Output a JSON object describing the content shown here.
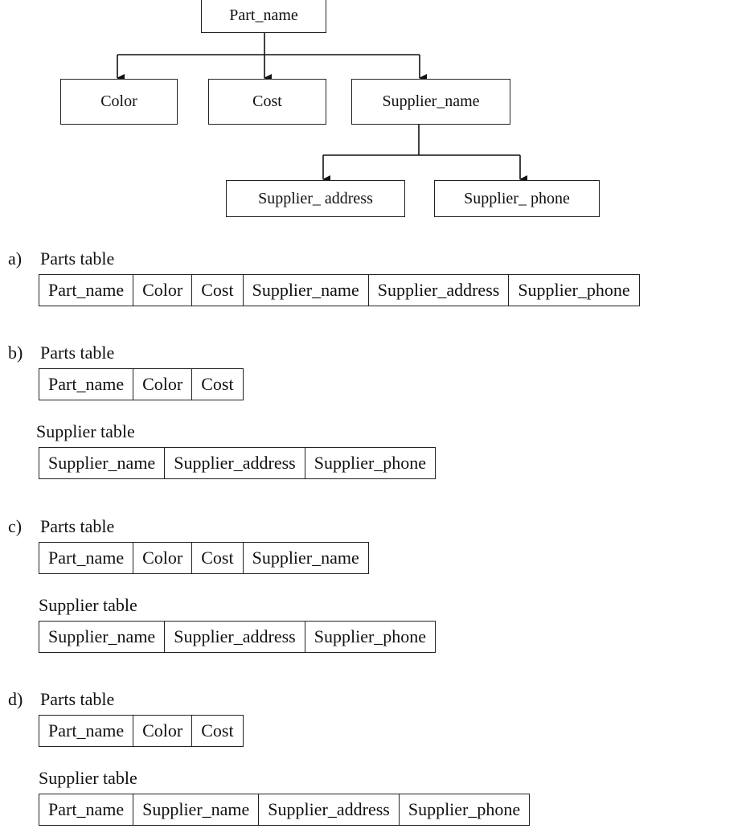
{
  "tree": {
    "root": "Part_name",
    "children": [
      "Color",
      "Cost",
      "Supplier_name"
    ],
    "grandchildren": [
      "Supplier_ address",
      "Supplier_ phone"
    ]
  },
  "options": [
    {
      "letter": "a)",
      "tables": [
        {
          "caption": "Parts table",
          "columns": [
            "Part_name",
            "Color",
            "Cost",
            "Supplier_name",
            "Supplier_address",
            "Supplier_phone"
          ]
        }
      ]
    },
    {
      "letter": "b)",
      "tables": [
        {
          "caption": "Parts table",
          "columns": [
            "Part_name",
            "Color",
            "Cost"
          ]
        },
        {
          "caption": "Supplier table",
          "columns": [
            "Supplier_name",
            "Supplier_address",
            "Supplier_phone"
          ]
        }
      ]
    },
    {
      "letter": "c)",
      "tables": [
        {
          "caption": "Parts table",
          "columns": [
            "Part_name",
            "Color",
            "Cost",
            "Supplier_name"
          ]
        },
        {
          "caption": "Supplier table",
          "columns": [
            "Supplier_name",
            "Supplier_address",
            "Supplier_phone"
          ]
        }
      ]
    },
    {
      "letter": "d)",
      "tables": [
        {
          "caption": "Parts table",
          "columns": [
            "Part_name",
            "Color",
            "Cost"
          ]
        },
        {
          "caption": "Supplier table",
          "columns": [
            "Part_name",
            "Supplier_name",
            "Supplier_address",
            "Supplier_phone"
          ]
        }
      ]
    }
  ]
}
